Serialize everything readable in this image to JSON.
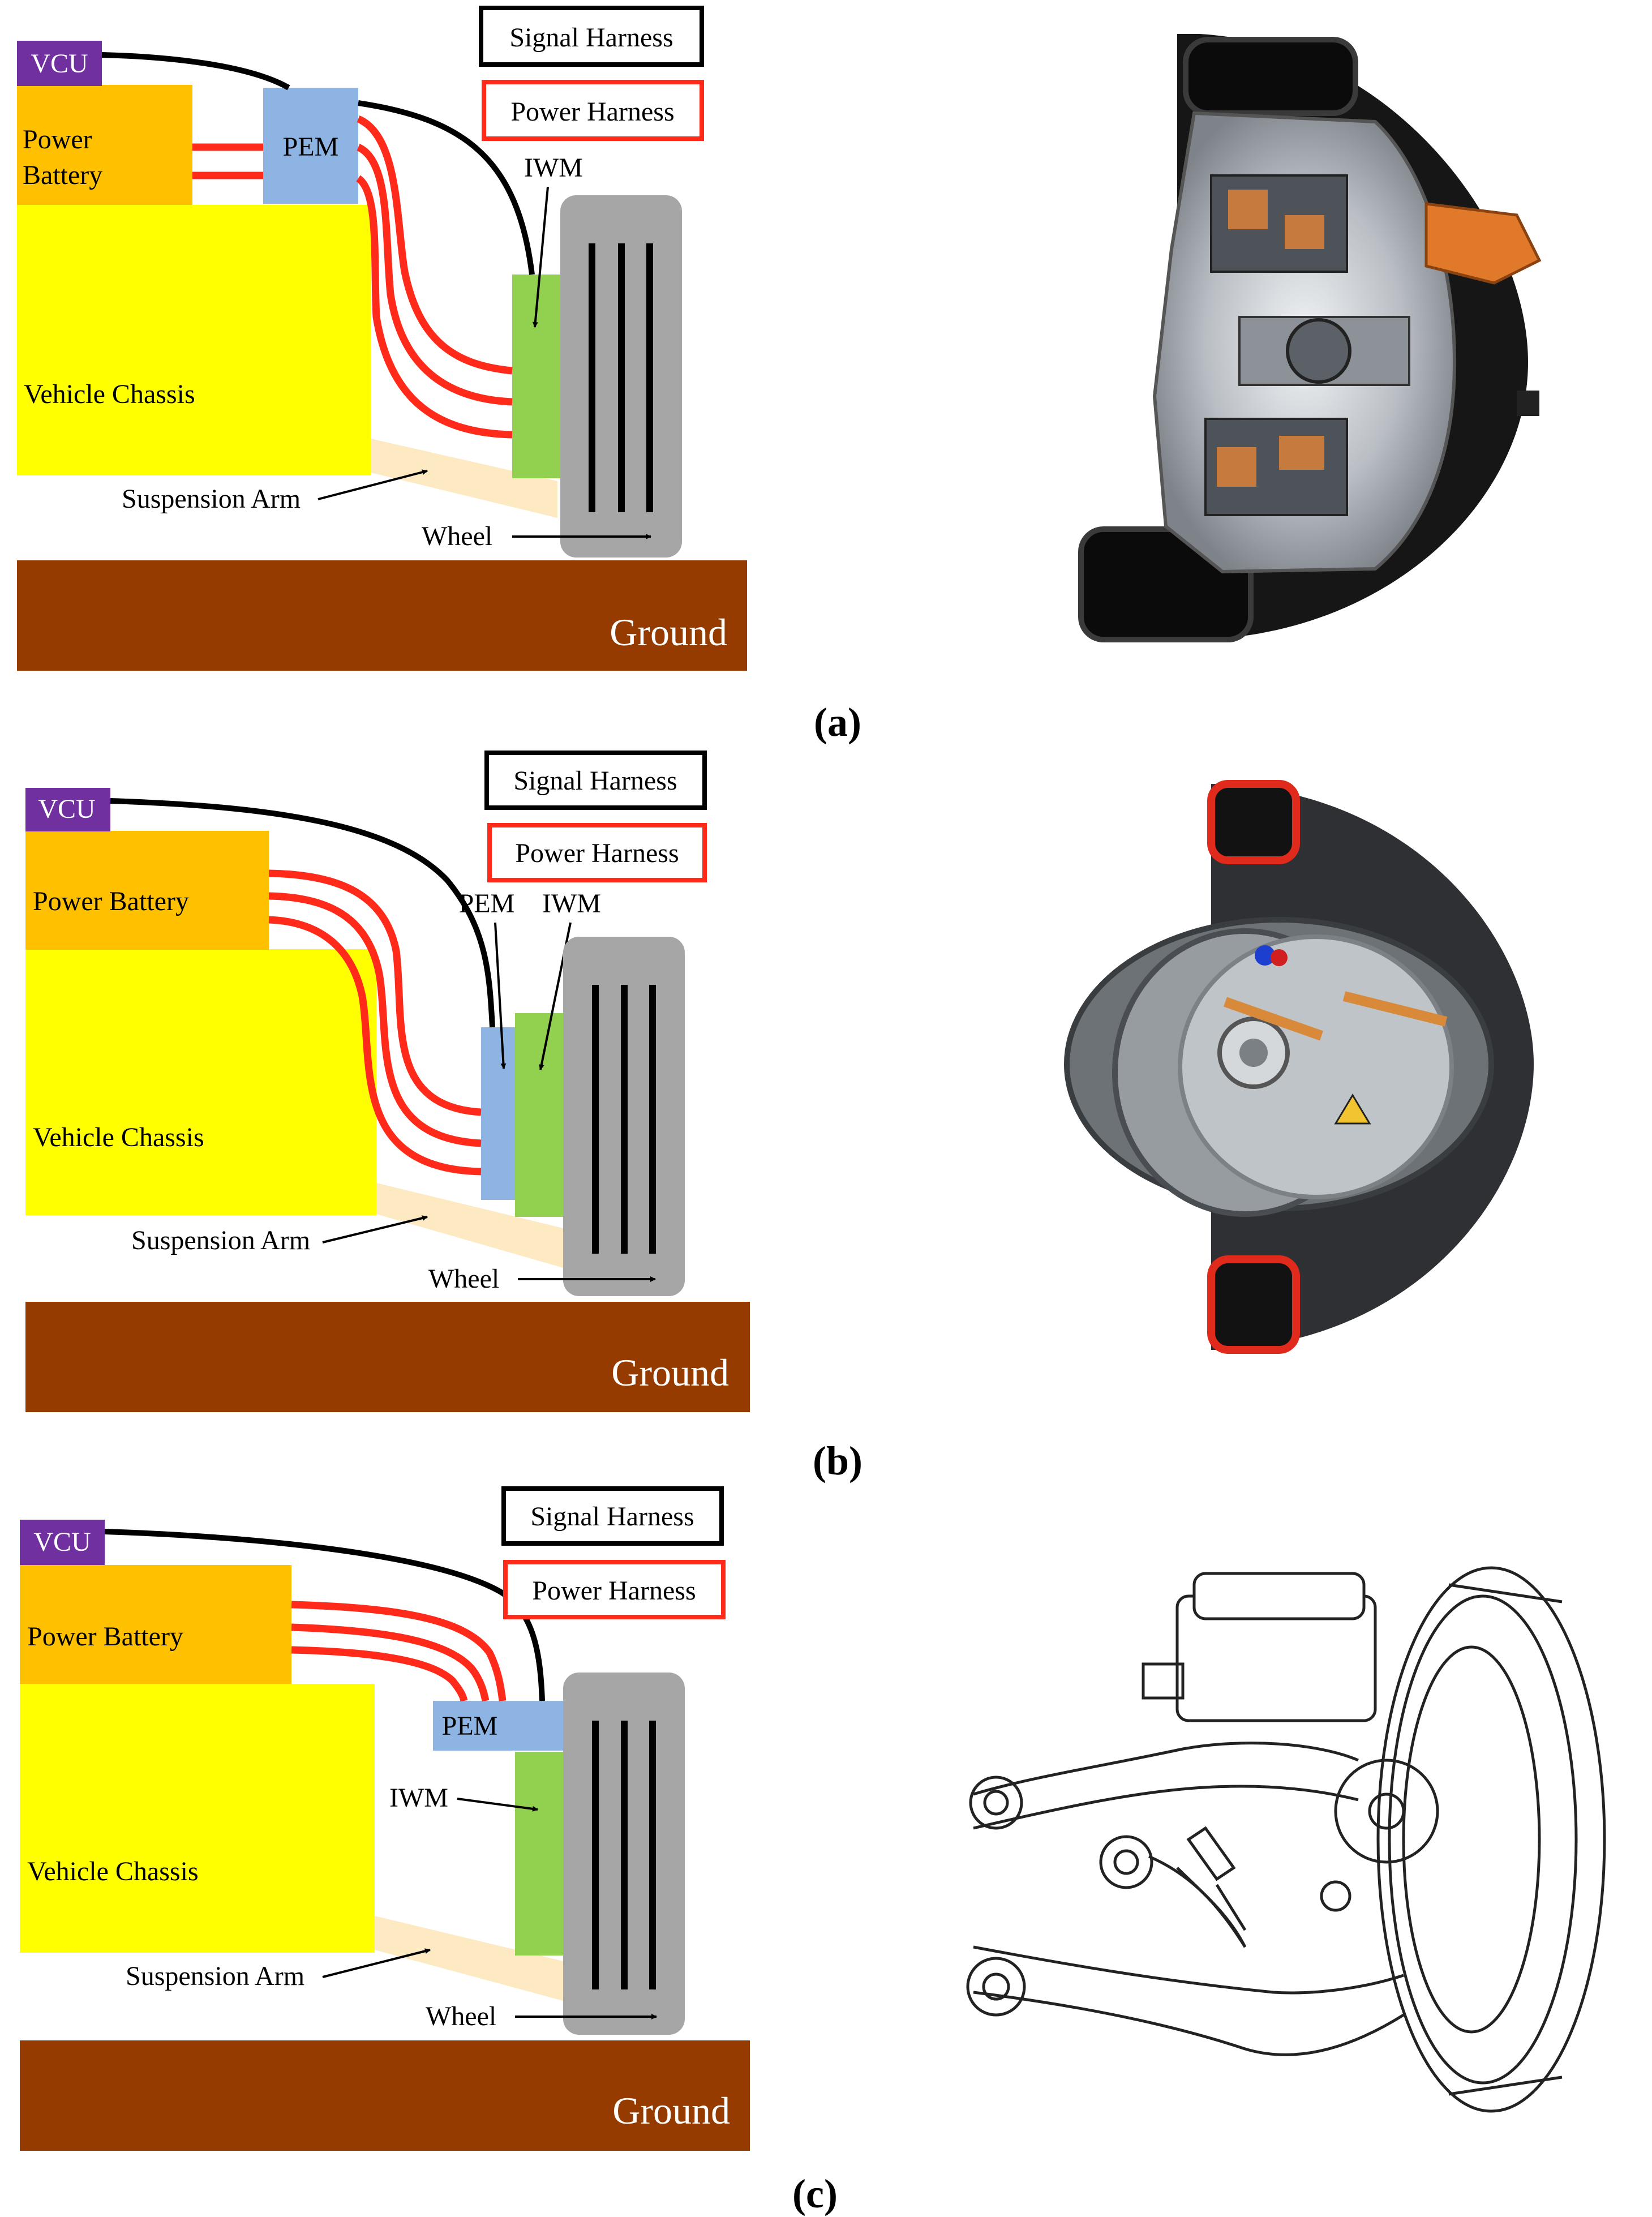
{
  "panels": [
    {
      "caption": "(a)",
      "labels": {
        "vcu": "VCU",
        "battery_line1": "Power",
        "battery_line2": "Battery",
        "pem": "PEM",
        "iwm": "IWM",
        "chassis": "Vehicle Chassis",
        "suspension": "Suspension Arm",
        "wheel": "Wheel",
        "ground": "Ground",
        "legend_signal": "Signal Harness",
        "legend_power": "Power Harness"
      }
    },
    {
      "caption": "(b)",
      "labels": {
        "vcu": "VCU",
        "battery": "Power Battery",
        "pem": "PEM",
        "iwm": "IWM",
        "chassis": "Vehicle Chassis",
        "suspension": "Suspension Arm",
        "wheel": "Wheel",
        "ground": "Ground",
        "legend_signal": "Signal Harness",
        "legend_power": "Power Harness"
      }
    },
    {
      "caption": "(c)",
      "labels": {
        "vcu": "VCU",
        "battery": "Power Battery",
        "pem": "PEM",
        "iwm": "IWM",
        "chassis": "Vehicle Chassis",
        "suspension": "Suspension Arm",
        "wheel": "Wheel",
        "ground": "Ground",
        "legend_signal": "Signal Harness",
        "legend_power": "Power Harness"
      }
    }
  ],
  "colors": {
    "vcu": "#7030a0",
    "battery": "#ffc000",
    "pem": "#8eb4e3",
    "iwm": "#92d050",
    "chassis": "#ffff00",
    "suspension": "#fde9c2",
    "wheel": "#a6a6a6",
    "ground": "#953b00",
    "signal": "#000000",
    "power": "#ff2a1a"
  }
}
